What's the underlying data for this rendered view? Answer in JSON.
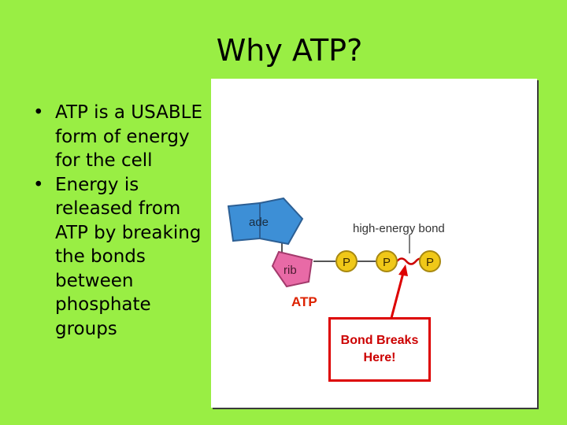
{
  "slide": {
    "title": "Why ATP?",
    "bullets": [
      "ATP is a USABLE form of energy for the cell",
      "Energy is released from ATP by breaking the bonds between phosphate groups"
    ],
    "bullet_symbol": "•"
  },
  "figure": {
    "adenine_label": "ade",
    "ribose_label": "rib",
    "phosphate_labels": [
      "P",
      "P",
      "P"
    ],
    "bond_label": "high-energy bond",
    "molecule_label": "ATP",
    "callout_line1": "Bond Breaks",
    "callout_line2": "Here!"
  },
  "colors": {
    "background": "#99ee44",
    "adenine": "#3d8fd6",
    "ribose": "#e86aa6",
    "phosphate": "#f0c818",
    "callout": "#dd0000",
    "atp_label": "#dd2200"
  }
}
